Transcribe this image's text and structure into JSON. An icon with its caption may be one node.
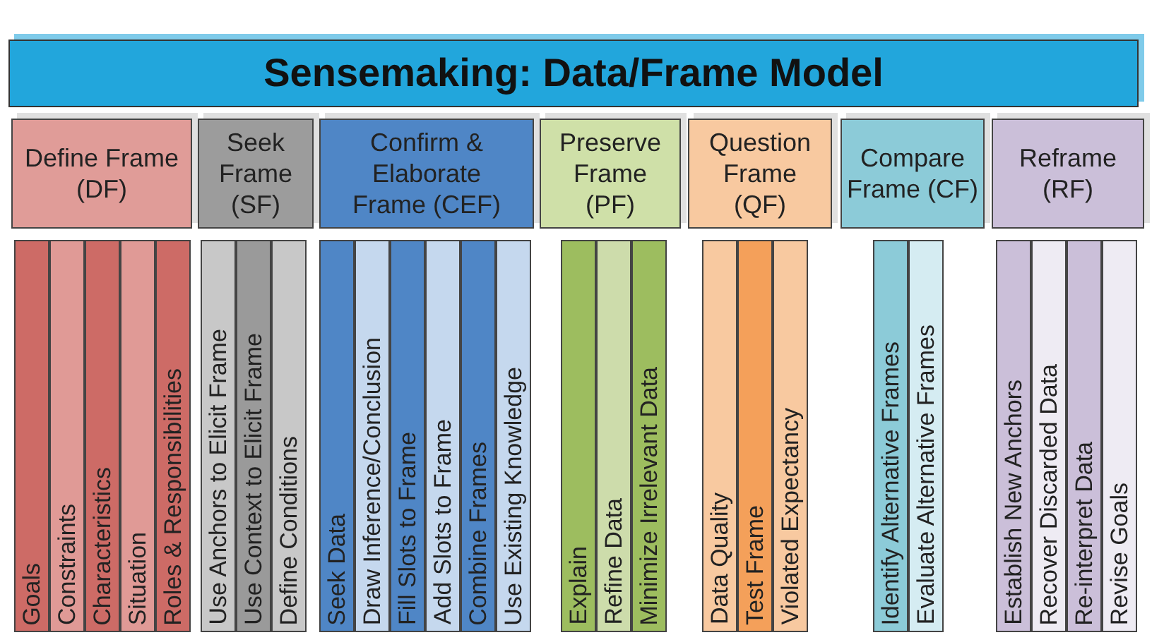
{
  "diagram": {
    "title": "Sensemaking: Data/Frame Model",
    "nodes": [
      {
        "text": [
          "Define Frame (DF)"
        ]
      },
      {
        "text": [
          "Seek Frame (SF)"
        ]
      },
      {
        "text": [
          "Confirm & Elaborate Frame (CEF)"
        ]
      },
      {
        "text": [
          "Preserve Frame (PF)"
        ]
      },
      {
        "text": [
          "Question Frame (QF)"
        ]
      },
      {
        "text": [
          "Compare Frame (CF)"
        ]
      },
      {
        "text": [
          "Reframe (RF)"
        ]
      },
      {
        "text": [
          "Goals"
        ]
      },
      {
        "text": [
          "Constraints"
        ]
      },
      {
        "text": [
          "Characteristics"
        ]
      },
      {
        "text": [
          "Situation"
        ]
      },
      {
        "text": [
          "Roles & Responsibilities"
        ]
      },
      {
        "text": [
          "Use Anchors to Elicit Frame"
        ]
      },
      {
        "text": [
          "Use Context to Elicit Frame"
        ]
      },
      {
        "text": [
          "Define Conditions"
        ]
      },
      {
        "text": [
          "Seek Data"
        ]
      },
      {
        "text": [
          "Draw Inference/Conclusion"
        ]
      },
      {
        "text": [
          "Fill Slots to Frame"
        ]
      },
      {
        "text": [
          "Add Slots to Frame"
        ]
      },
      {
        "text": [
          "Combine Frames"
        ]
      },
      {
        "text": [
          "Use Existing Knowledge"
        ]
      },
      {
        "text": [
          "Explain"
        ]
      },
      {
        "text": [
          "Refine Data"
        ]
      },
      {
        "text": [
          "Minimize Irrelevant Data"
        ]
      },
      {
        "text": [
          "Data Quality"
        ]
      },
      {
        "text": [
          "Test Frame"
        ]
      },
      {
        "text": [
          "Violated Expectancy"
        ]
      },
      {
        "text": [
          "Identify Alternative Frames"
        ]
      },
      {
        "text": [
          "Evaluate Alternative Frames"
        ]
      },
      {
        "text": [
          "Establish New Anchors"
        ]
      },
      {
        "text": [
          "Recover Discarded Data"
        ]
      },
      {
        "text": [
          "Re-interpret Data"
        ]
      },
      {
        "text": [
          "Revise Goals"
        ]
      }
    ]
  }
}
